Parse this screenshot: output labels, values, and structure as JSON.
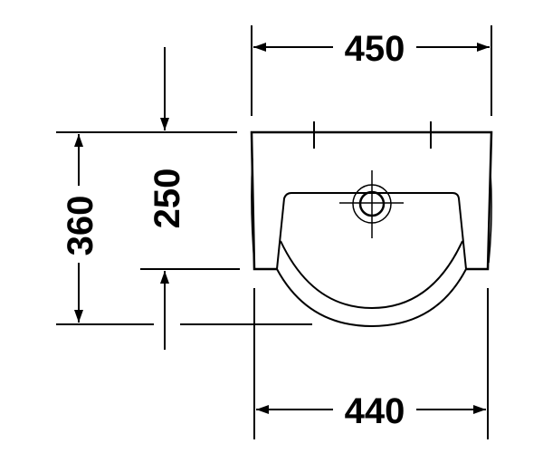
{
  "dimensions": {
    "top_width": "450",
    "bottom_width": "440",
    "total_height": "360",
    "inner_height": "250"
  },
  "colors": {
    "line": "#000000",
    "background": "#ffffff"
  }
}
